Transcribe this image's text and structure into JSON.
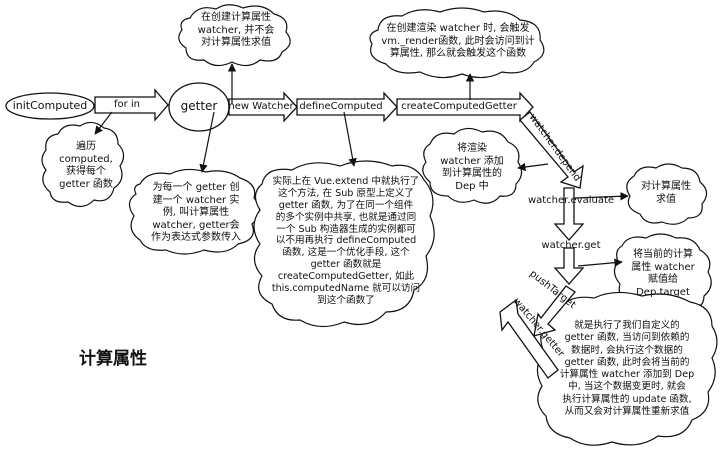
{
  "title": "计算属性",
  "nodes": {
    "init_computed": "initComputed",
    "getter": "getter",
    "traverse_cloud": "遍历\ncomputed,\n获得每个\ngetter 函数",
    "no_eval_cloud": "在创建计算属性\nwatcher, 并不会\n对计算属性求值",
    "render_watcher_cloud": "在创建渲染 watcher 时, 会触发\nvm._render函数, 此时会访问到计\n算属性, 那么就会触发这个函数",
    "create_watcher_cloud": "为每一个 getter 创\n建一个 watcher 实\n例, 叫计算属性\nwatcher, getter会\n作为表达式参数传入",
    "vue_extend_cloud": "实际上在 Vue.extend 中就执行了\n这个方法, 在 Sub 原型上定义了\ngetter 函数, 为了在同一个组件\n的多个实例中共享, 也就是通过同\n一个 Sub 构造器生成的实例都可\n以不用再执行 defineComputed\n函数, 这是一个优化手段, 这个\ngetter 函数就是\ncreateComputedGetter, 如此\nthis.computedName 就可以访问\n到这个函数了",
    "add_render_watcher_cloud": "将渲染\nwatcher 添加\n到计算属性的\nDep 中",
    "evaluate_cloud": "对计算属性\n求值",
    "assign_target_cloud": "将当前的计算\n属性 watcher\n赋值给\nDep.target",
    "final_cloud": "就是执行了我们自定义的\ngetter 函数, 当访问到依赖的\n数据时, 会执行这个数据的\ngetter 函数, 此时会将当前的\n计算属性 watcher 添加到 Dep\n中, 当这个数据变更时, 就会\n执行计算属性的 update 函数,\n从而又会对计算属性重新求值"
  },
  "edges": {
    "for_in": "for in",
    "new_watcher": "new Watcher",
    "define_computed": "defineComputed",
    "create_computed_getter": "createComputedGetter",
    "watcher_depend": "watcher.depend",
    "watcher_evaluate": "watcher.evaluate",
    "watcher_get": "watcher.get",
    "push_target": "pushTarget",
    "watcher_getter": "watcher.getter"
  }
}
